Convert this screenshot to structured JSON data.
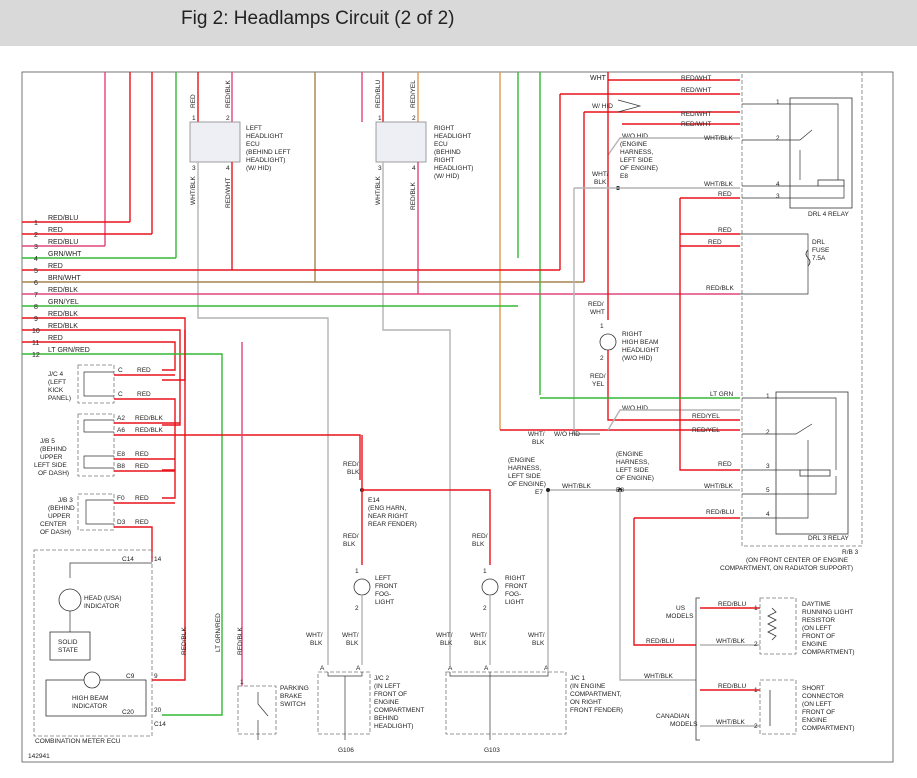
{
  "header": {
    "title": "Fig 2: Headlamps Circuit (2 of 2)"
  },
  "footer": {
    "code": "142941"
  },
  "colors": {
    "red": "#e8121b",
    "pink": "#e0457b",
    "green": "#33b833",
    "gray": "#b4b4b4",
    "orange": "#e09a4a",
    "brown": "#a6834d",
    "header_bg": "#d9d9d9"
  },
  "left_wires": [
    {
      "num": "1",
      "label": "RED/BLU"
    },
    {
      "num": "2",
      "label": "RED"
    },
    {
      "num": "3",
      "label": "RED/BLU"
    },
    {
      "num": "4",
      "label": "GRN/WHT"
    },
    {
      "num": "5",
      "label": "RED"
    },
    {
      "num": "6",
      "label": "BRN/WHT"
    },
    {
      "num": "7",
      "label": "RED/BLK"
    },
    {
      "num": "8",
      "label": "GRN/YEL"
    },
    {
      "num": "9",
      "label": "RED/BLK"
    },
    {
      "num": "10",
      "label": "RED/BLK"
    },
    {
      "num": "11",
      "label": "RED"
    },
    {
      "num": "12",
      "label": "LT GRN/RED"
    }
  ],
  "top_wires": {
    "red": "RED",
    "red_blk": "RED/BLK",
    "red_blu": "RED/BLU",
    "red_yel": "RED/YEL",
    "wht_blk": "WHT/BLK",
    "red_wht": "RED/WHT"
  },
  "left_ecu": {
    "label_lines": [
      "LEFT",
      "HEADLIGHT",
      "ECU",
      "(BEHIND LEFT",
      "HEADLIGHT)",
      "(W/ HID)"
    ]
  },
  "right_ecu": {
    "label_lines": [
      "RIGHT",
      "HEADLIGHT",
      "ECU",
      "(BEHIND",
      "RIGHT",
      "HEADLIGHT)",
      "(W/ HID)"
    ]
  },
  "pins": {
    "p1": "1",
    "p2": "2",
    "p3": "3",
    "p4": "4",
    "p5": "5"
  },
  "jc4": {
    "label_lines": [
      "J/C 4",
      "(LEFT",
      "KICK",
      "PANEL)"
    ],
    "pin": "C",
    "wire": "RED"
  },
  "jb5": {
    "label_lines": [
      "J/B 5",
      "(BEHIND",
      "UPPER",
      "LEFT SIDE",
      "OF DASH)"
    ],
    "pins": [
      "A2",
      "A6",
      "E8",
      "B8"
    ],
    "wires": [
      "RED/BLK",
      "RED/BLK",
      "RED",
      "RED"
    ]
  },
  "jb3": {
    "label_lines": [
      "J/B 3",
      "(BEHIND",
      "UPPER",
      "CENTER",
      "OF DASH)"
    ],
    "pins": [
      "F0",
      "D3"
    ],
    "wires": [
      "RED",
      "RED"
    ]
  },
  "meter": {
    "title": "COMBINATION METER ECU",
    "c14": "C14",
    "c9": "C9",
    "c20": "C20",
    "pin14": "14",
    "pin9": "9",
    "pin20": "20",
    "head_ind": [
      "HEAD (USA)",
      "INDICATOR"
    ],
    "solid": [
      "SOLID",
      "STATE"
    ],
    "hb_ind": [
      "HIGH BEAM",
      "INDICATOR"
    ]
  },
  "vertical_labels": {
    "red_blk": "RED/BLK",
    "lt_grn_red": "LT GRN/RED",
    "red_blk2": "RED/BLK"
  },
  "parking_brake": [
    "PARKING",
    "BRAKE",
    "SWITCH"
  ],
  "splice_e14": [
    "E14",
    "(ENG HARN,",
    "NEAR RIGHT",
    "REAR FENDER)"
  ],
  "fog_left": [
    "LEFT",
    "FRONT",
    "FOG-",
    "LIGHT"
  ],
  "fog_right": [
    "RIGHT",
    "FRONT",
    "FOG-",
    "LIGHT"
  ],
  "wht_blk_split": [
    "WHT/",
    "BLK"
  ],
  "red_blk_split": [
    "RED/",
    "BLK"
  ],
  "red_wht_split": [
    "RED/",
    "WHT"
  ],
  "red_yel_split": [
    "RED/",
    "YEL"
  ],
  "jc2": [
    "J/C 2",
    "(IN LEFT",
    "FRONT OF",
    "ENGINE",
    "COMPARTMENT",
    "BEHIND",
    "HEADLIGHT)"
  ],
  "jc1": [
    "J/C 1",
    "(IN ENGINE",
    "COMPARTMENT,",
    "ON RIGHT",
    "FRONT FENDER)"
  ],
  "g106": "G106",
  "g103": "G103",
  "pin_a": "A",
  "right_hb": [
    "RIGHT",
    "HIGH BEAM",
    "HEADLIGHT",
    "(W/O HID)"
  ],
  "harness_e8": [
    "(ENGINE",
    "HARNESS,",
    "LEFT SIDE",
    "OF ENGINE)",
    "E8"
  ],
  "harness_e7": [
    "(ENGINE",
    "HARNESS,",
    "LEFT SIDE",
    "OF ENGINE)",
    "E7"
  ],
  "wht": "WHT",
  "w_hid": "W/ HID",
  "wo_hid": "W/O HID",
  "drl4": "DRL 4 RELAY",
  "drl3": "DRL 3 RELAY",
  "drl_fuse": [
    "DRL",
    "FUSE",
    "7.5A"
  ],
  "lt_grn": "LT GRN",
  "rb3": [
    "R/B 3",
    "(ON FRONT CENTER OF ENGINE",
    "COMPARTMENT, ON RADIATOR SUPPORT)"
  ],
  "us_models": [
    "US",
    "MODELS"
  ],
  "canadian_models": [
    "CANADIAN",
    "MODELS"
  ],
  "drl_resistor": [
    "DAYTIME",
    "RUNNING LIGHT",
    "RESISTOR",
    "(ON LEFT",
    "FRONT OF",
    "ENGINE",
    "COMPARTMENT)"
  ],
  "short_conn": [
    "SHORT",
    "CONNECTOR",
    "(ON LEFT",
    "FRONT OF",
    "ENGINE",
    "COMPARTMENT)"
  ]
}
